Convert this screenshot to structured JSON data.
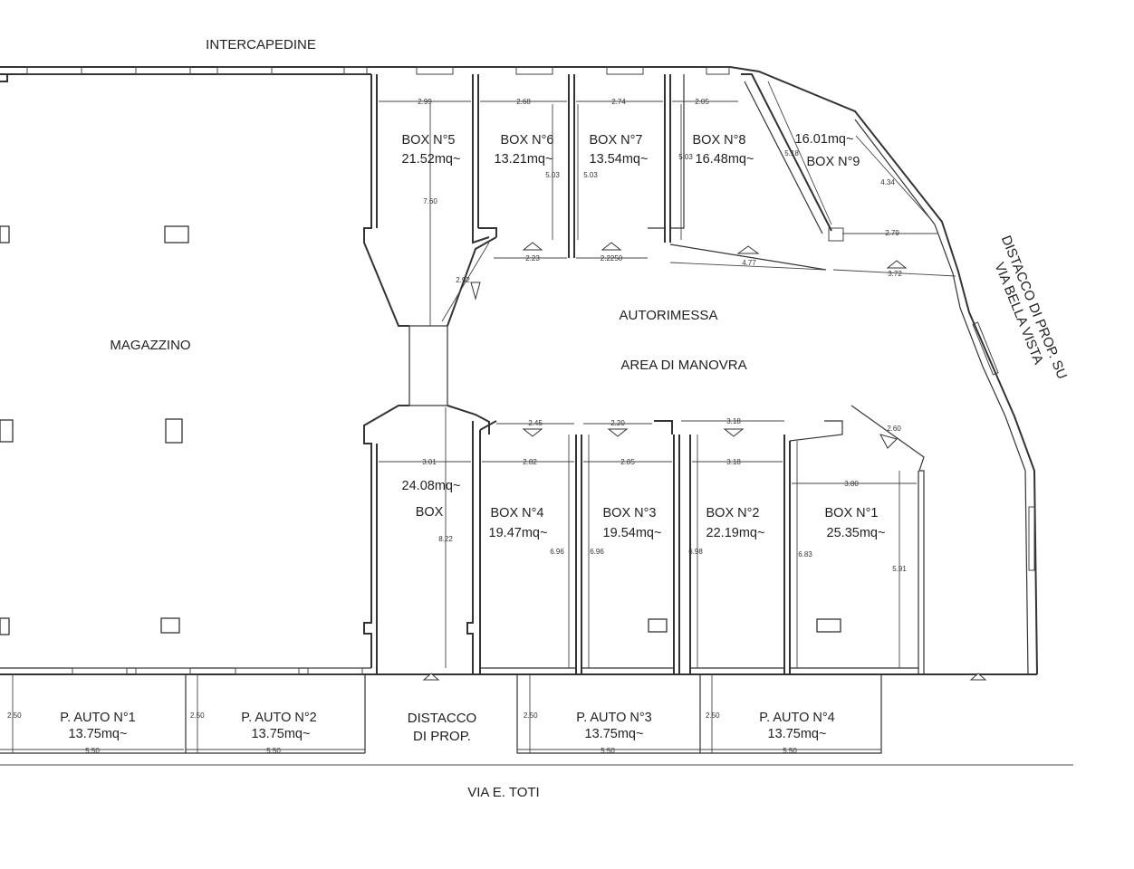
{
  "labels": {
    "intercapedine": "INTERCAPEDINE",
    "magazzino": "MAGAZZINO",
    "autorimessa": "AUTORIMESSA",
    "area_manovra": "AREA DI MANOVRA",
    "via_toti": "VIA E. TOTI",
    "distacco_su_line1": "DISTACCO DI PROP. SU",
    "distacco_su_line2": "VIA BELLA VISTA",
    "distacco_line1": "DISTACCO",
    "distacco_line2": "DI PROP."
  },
  "boxes": [
    {
      "name": "BOX N°5",
      "area": "21.52mq~"
    },
    {
      "name": "BOX N°6",
      "area": "13.21mq~"
    },
    {
      "name": "BOX N°7",
      "area": "13.54mq~"
    },
    {
      "name": "BOX N°8",
      "area": "16.48mq~"
    },
    {
      "name": "BOX N°9",
      "area": "16.01mq~"
    },
    {
      "name": "BOX",
      "area": "24.08mq~"
    },
    {
      "name": "BOX N°4",
      "area": "19.47mq~"
    },
    {
      "name": "BOX N°3",
      "area": "19.54mq~"
    },
    {
      "name": "BOX N°2",
      "area": "22.19mq~"
    },
    {
      "name": "BOX N°1",
      "area": "25.35mq~"
    }
  ],
  "parking": [
    {
      "name": "P. AUTO N°1",
      "area": "13.75mq~",
      "width": "2.50",
      "length": "5.50"
    },
    {
      "name": "P. AUTO N°2",
      "area": "13.75mq~",
      "width": "2.50",
      "length": "5.50"
    },
    {
      "name": "P. AUTO N°3",
      "area": "13.75mq~",
      "width": "2.50",
      "length": "5.50"
    },
    {
      "name": "P. AUTO N°4",
      "area": "13.75mq~",
      "width": "2.50",
      "length": "5.50"
    }
  ],
  "dimensions": {
    "b5_w": "2.99",
    "b6_w": "2.68",
    "b7_w": "2.74",
    "b8_w": "2.05",
    "b5_d": "7.60",
    "b6_d": "5.03",
    "b7_d": "5.03",
    "b8_d": "5.03",
    "b9_side": "5.18",
    "b9_diag": "4.34",
    "b9_w": "2.79",
    "door_b6": "2.23",
    "door_b7": "2.2250",
    "door_b8": "4.77",
    "door_b9": "3.72",
    "ramp": "2.92",
    "door_b4": "2.45",
    "door_b3": "2.20",
    "door_b2": "3.18",
    "door_b1": "2.60",
    "box_w": "3.01",
    "b4_w": "2.82",
    "b3_w": "2.85",
    "b2_w": "3.18",
    "b1_w": "3.80",
    "box_d": "8.22",
    "b4_d": "6.96",
    "b3_d": "6.96",
    "b2_d": "6.98",
    "b1_d": "6.83",
    "b1_d2": "5.91"
  }
}
